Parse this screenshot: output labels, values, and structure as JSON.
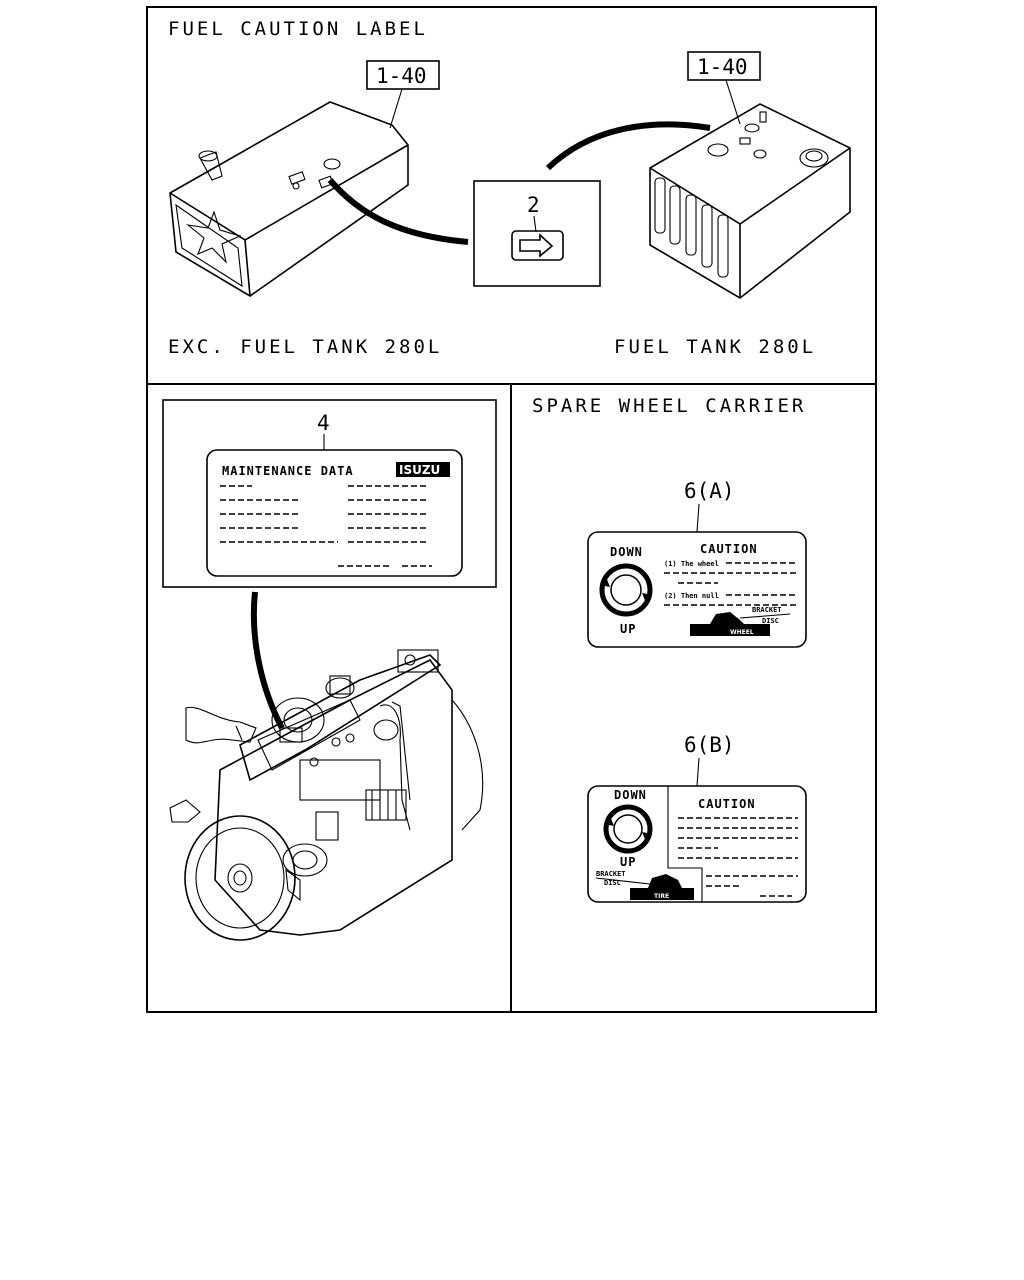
{
  "panels": {
    "fuel_caution": {
      "title": "FUEL CAUTION LABEL",
      "left_caption": "EXC. FUEL TANK 280L",
      "right_caption": "FUEL TANK 280L",
      "left_ref": "1-40",
      "right_ref": "1-40",
      "label_callout": "2"
    },
    "maintenance": {
      "callout": "4",
      "label_title": "MAINTENANCE DATA",
      "brand": "ISUZU"
    },
    "spare_wheel": {
      "title": "SPARE WHEEL CARRIER",
      "label_a": {
        "callout": "6(A)",
        "down": "DOWN",
        "up": "UP",
        "caution": "CAUTION",
        "line1": "(1)  The wheel",
        "line2": "(2)  Then null",
        "bracket": "BRACKET",
        "disc": "DISC",
        "wheel": "WHEEL"
      },
      "label_b": {
        "callout": "6(B)",
        "down": "DOWN",
        "up": "UP",
        "caution": "CAUTION",
        "bracket": "BRACKET",
        "disc": "DISC",
        "tire": "TIRE"
      }
    }
  }
}
